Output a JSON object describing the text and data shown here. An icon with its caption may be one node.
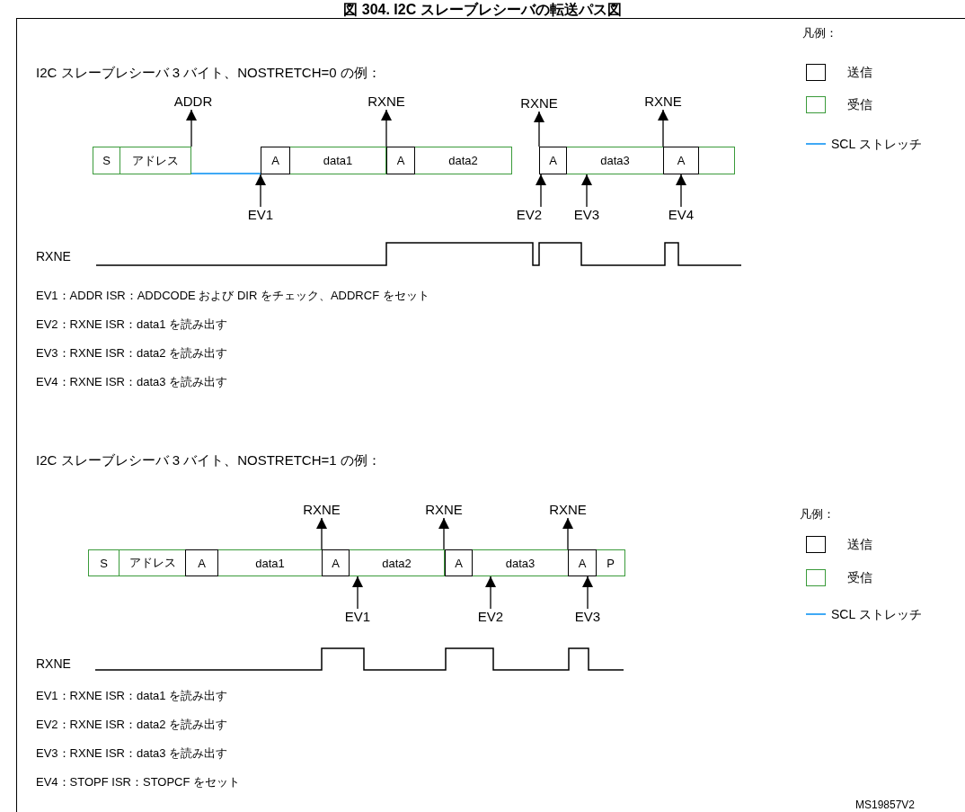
{
  "diagram": {
    "title": "図 304. I2C スレーブレシーバの転送パス図",
    "nodes": [
      {
        "text": [
          "ADDR"
        ]
      },
      {
        "text": [
          "RXNE"
        ]
      },
      {
        "text": [
          "RXNE"
        ]
      },
      {
        "text": [
          "RXNE"
        ]
      },
      {
        "text": [
          "S"
        ]
      },
      {
        "text": [
          "アドレス"
        ]
      },
      {
        "text": [
          "A"
        ]
      },
      {
        "text": [
          "data1"
        ]
      },
      {
        "text": [
          "A"
        ]
      },
      {
        "text": [
          "data2"
        ]
      },
      {
        "text": [
          "A"
        ]
      },
      {
        "text": [
          "data3"
        ]
      },
      {
        "text": [
          "A"
        ]
      },
      {
        "text": [],
        "shape": "box"
      },
      {
        "text": [
          "EV1"
        ]
      },
      {
        "text": [
          "EV2"
        ]
      },
      {
        "text": [
          "EV3"
        ]
      },
      {
        "text": [
          "EV4"
        ]
      },
      {
        "text": [
          "RXNE"
        ]
      },
      {
        "text": [
          "RXNE"
        ]
      },
      {
        "text": [
          "RXNE"
        ]
      },
      {
        "text": [
          "S"
        ]
      },
      {
        "text": [
          "アドレス"
        ]
      },
      {
        "text": [
          "A"
        ]
      },
      {
        "text": [
          "data1"
        ]
      },
      {
        "text": [
          "A"
        ]
      },
      {
        "text": [
          "data2"
        ]
      },
      {
        "text": [
          "A"
        ]
      },
      {
        "text": [
          "data3"
        ]
      },
      {
        "text": [
          "A"
        ]
      },
      {
        "text": [
          "P"
        ]
      },
      {
        "text": [
          "EV1"
        ]
      },
      {
        "text": [
          "EV2"
        ]
      },
      {
        "text": [
          "EV3"
        ]
      }
    ],
    "edges": [
      {
        "from": 5,
        "to": 0,
        "arrow": "to"
      },
      {
        "from": 7,
        "to": 1,
        "arrow": "to"
      },
      {
        "from": 10,
        "to": 2,
        "arrow": "to"
      },
      {
        "from": 11,
        "to": 3,
        "arrow": "to"
      },
      {
        "from": 14,
        "to": 6,
        "arrow": "to"
      },
      {
        "from": 15,
        "to": 10,
        "arrow": "to"
      },
      {
        "from": 16,
        "to": 11,
        "arrow": "to"
      },
      {
        "from": 17,
        "to": 12,
        "arrow": "to"
      },
      {
        "from": 5,
        "to": 6,
        "arrow": "none",
        "color": "#3fa9f5"
      },
      {
        "from": 24,
        "to": 18,
        "arrow": "to"
      },
      {
        "from": 26,
        "to": 19,
        "arrow": "to"
      },
      {
        "from": 28,
        "to": 20,
        "arrow": "to"
      },
      {
        "from": 31,
        "to": 26,
        "arrow": "to"
      },
      {
        "from": 32,
        "to": 28,
        "arrow": "to"
      },
      {
        "from": 33,
        "to": 29,
        "arrow": "to"
      }
    ],
    "labels": [
      "凡例：",
      "I2C スレーブレシーバ 3 バイト、NOSTRETCH=0 の例：",
      "RXNE",
      "EV1：ADDR ISR：ADDCODE および DIR をチェック、ADDRCF をセット",
      "EV2：RXNE ISR：data1 を読み出す",
      "EV3：RXNE ISR：data2 を読み出す",
      "EV4：RXNE ISR：data3 を読み出す",
      "I2C スレーブレシーバ 3 バイト、NOSTRETCH=1 の例：",
      "凡例：",
      "RXNE",
      "EV1：RXNE ISR：data1 を読み出す",
      "EV2：RXNE ISR：data2 を読み出す",
      "EV3：RXNE ISR：data3 を読み出す",
      "EV4：STOPF ISR：STOPCF をセット",
      "MS19857V2"
    ],
    "legend": [
      {
        "text": "送信"
      },
      {
        "text": "受信"
      },
      {
        "text": "SCL ストレッチ"
      },
      {
        "text": "送信"
      },
      {
        "text": "受信"
      },
      {
        "text": "SCL ストレッチ"
      }
    ]
  }
}
